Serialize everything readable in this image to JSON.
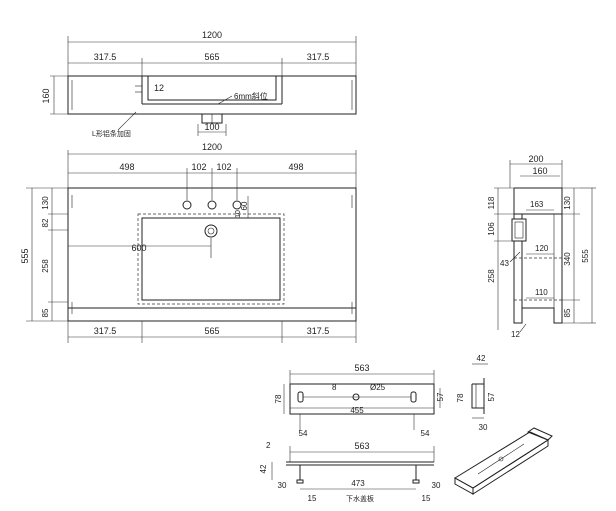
{
  "top_view": {
    "overall": "1200",
    "left": "317.5",
    "middle": "565",
    "right": "317.5",
    "height": "160",
    "offset": "12",
    "slope_note": "6mm斜位",
    "drain": "100",
    "bracket_note": "L形铝条加固"
  },
  "front_view": {
    "overall": "1200",
    "seg1": "498",
    "seg2": "102",
    "seg3": "102",
    "seg4": "498",
    "height": "555",
    "d130": "130",
    "d82": "82",
    "d258": "258",
    "d85": "85",
    "basin_width": "600",
    "d60": "60",
    "d10": "10",
    "bottom_left": "317.5",
    "bottom_mid": "565",
    "bottom_right": "317.5"
  },
  "side_view": {
    "top": "200",
    "inner": "160",
    "d118": "118",
    "d163": "163",
    "d130": "130",
    "d106": "106",
    "d120": "120",
    "d43": "43",
    "d258": "258",
    "d340": "340",
    "d555": "555",
    "d110": "110",
    "d85": "85",
    "d12": "12"
  },
  "bracket_top": {
    "length": "563",
    "hole_dim": "8",
    "hole_dia": "Ø25",
    "spacing": "455",
    "height_left": "78",
    "height_right": "57",
    "edge_left": "54",
    "edge_right": "54"
  },
  "bracket_side": {
    "width": "42",
    "height_left": "78",
    "height_right": "57",
    "bottom": "30"
  },
  "bracket_front": {
    "thickness": "2",
    "length": "563",
    "height": "42",
    "span": "473",
    "left": "30",
    "right": "30",
    "foot_left": "15",
    "foot_right": "15",
    "caption": "下水盖板"
  }
}
